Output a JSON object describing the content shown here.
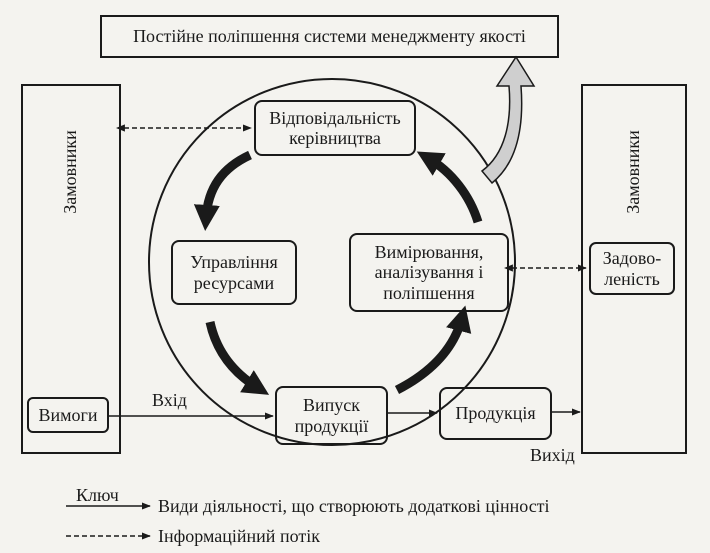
{
  "top_box": "Постійне поліпшення системи менеджменту якості",
  "customers_left": "Замовники",
  "customers_right": "Замовники",
  "process_boxes": {
    "management": "Відповідальність\nкерівництва",
    "resources": "Управління\nресурсами",
    "measurement": "Вимірювання,\nаналізування і\nполіпшення",
    "realization": "Випуск\nпродукції"
  },
  "requirements": "Вимоги",
  "product": "Продукція",
  "satisfaction": "Задово-\nленість",
  "input_label": "Вхід",
  "output_label": "Вихід",
  "legend": {
    "title": "Ключ",
    "solid": "Види діяльності, що створюють додаткові цінності",
    "dashed": "Інформаційний потік"
  },
  "colors": {
    "ink": "#1a1a1a",
    "background": "#f4f3ef",
    "improvement_arrow": "#cfcfcf"
  }
}
